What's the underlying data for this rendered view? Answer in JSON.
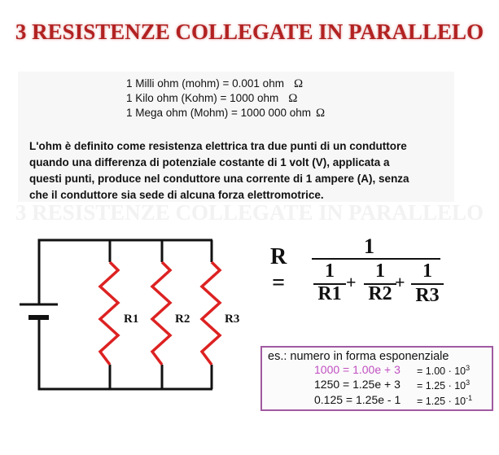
{
  "title": "3 RESISTENZE COLLEGATE IN PARALLELO",
  "units": [
    {
      "text": "1 Milli ohm (mohm) = 0.001 ohm",
      "symbol": "Ω"
    },
    {
      "text": "1 Kilo ohm (Kohm) = 1000 ohm",
      "symbol": "Ω"
    },
    {
      "text": "1 Mega ohm (Mohm) = 1000 000 ohm",
      "symbol": "Ω"
    }
  ],
  "definition": [
    "L'ohm è definito come resistenza elettrica tra due punti di un conduttore",
    "quando una differenza di potenziale costante di 1 volt (V), applicata a",
    "questi punti, produce nel conduttore una corrente di 1 ampere (A), senza",
    "che il conduttore sia sede di alcuna forza elettromotrice."
  ],
  "circuit": {
    "labels": [
      "R1",
      "R2",
      "R3"
    ],
    "resistor_color": "#dd2222"
  },
  "formula": {
    "lhs": "R =",
    "num": "1",
    "terms": [
      {
        "num": "1",
        "den": "R1"
      },
      {
        "num": "1",
        "den": "R2"
      },
      {
        "num": "1",
        "den": "R3"
      }
    ],
    "plus": "+"
  },
  "example": {
    "heading": "es.: numero in forma esponenziale",
    "rows": [
      {
        "left": "1000 = 1.00e + 3",
        "right": "= 1.00 · 10",
        "exp": "3",
        "highlight": "#c050c0"
      },
      {
        "left": "1250 = 1.25e + 3",
        "right": "= 1.25 · 10",
        "exp": "3"
      },
      {
        "left": "0.125 = 1.25e - 1",
        "right": "= 1.25 · 10",
        "exp": "-1"
      }
    ]
  }
}
